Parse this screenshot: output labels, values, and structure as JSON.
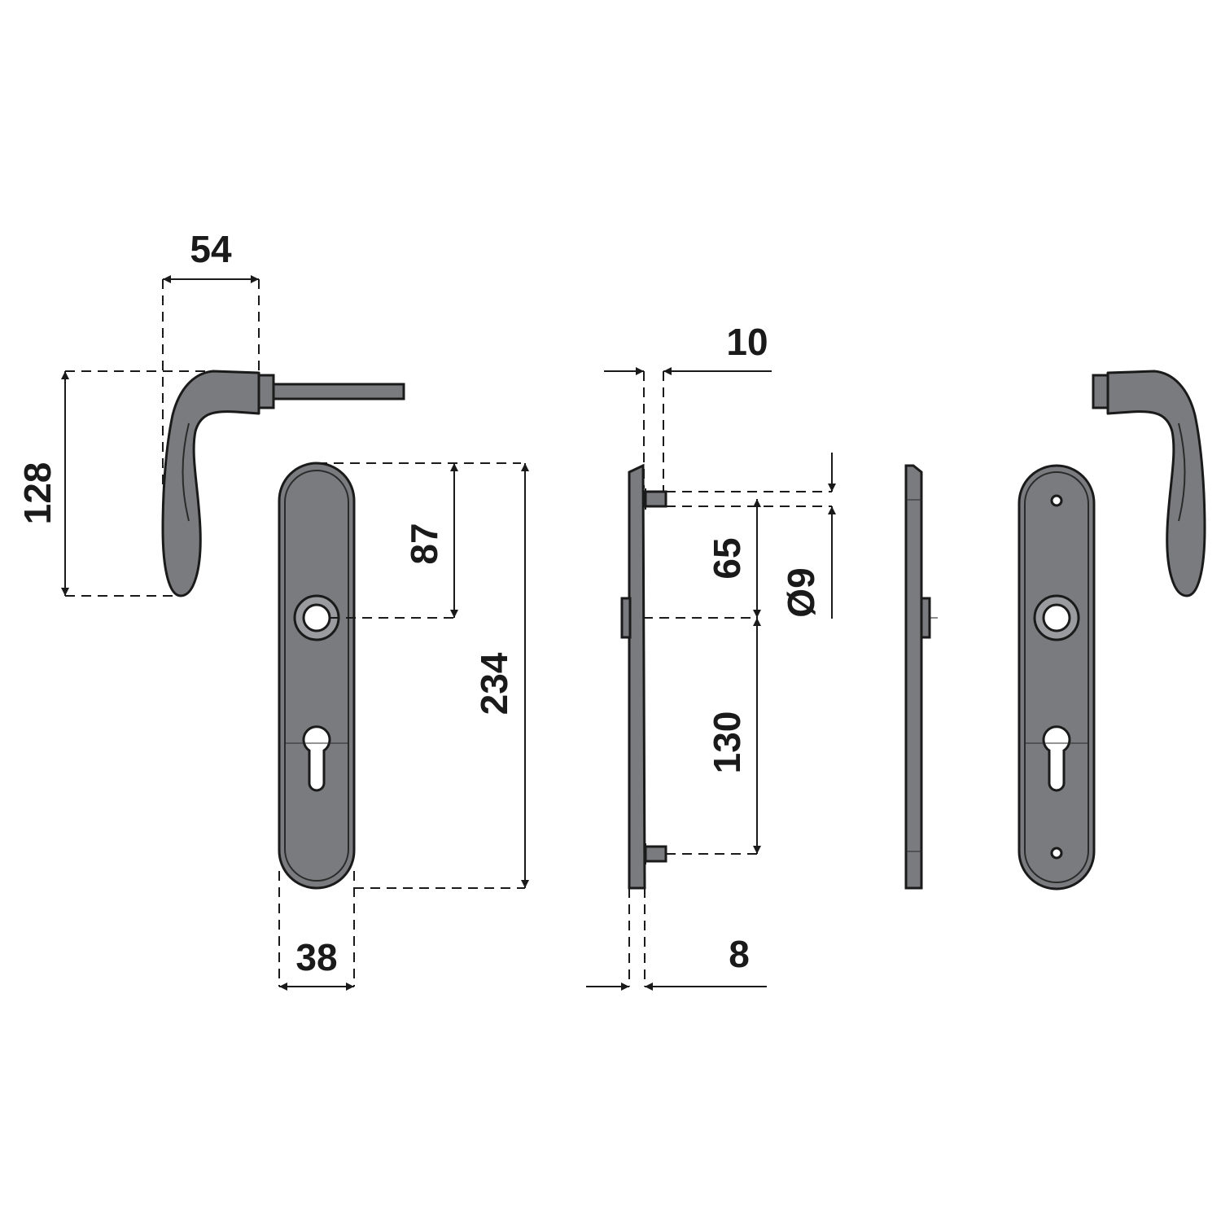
{
  "drawing": {
    "units": "mm",
    "dimensions": {
      "handle_projection": "54",
      "handle_drop": "128",
      "spindle_to_top": "87",
      "plate_length": "234",
      "plate_width": "38",
      "pin_offset_top": "10",
      "screw_to_spindle": "65",
      "screw_diameter": "Ø9",
      "spindle_to_screw": "130",
      "plate_thickness": "8"
    },
    "colors": {
      "part_fill": "#7a7b7e",
      "line": "#1a1a1a",
      "background": "#ffffff"
    },
    "views": [
      "handle-side-view",
      "front-plate-view",
      "plate-side-section",
      "plate-side-view",
      "back-plate-with-handle"
    ]
  }
}
